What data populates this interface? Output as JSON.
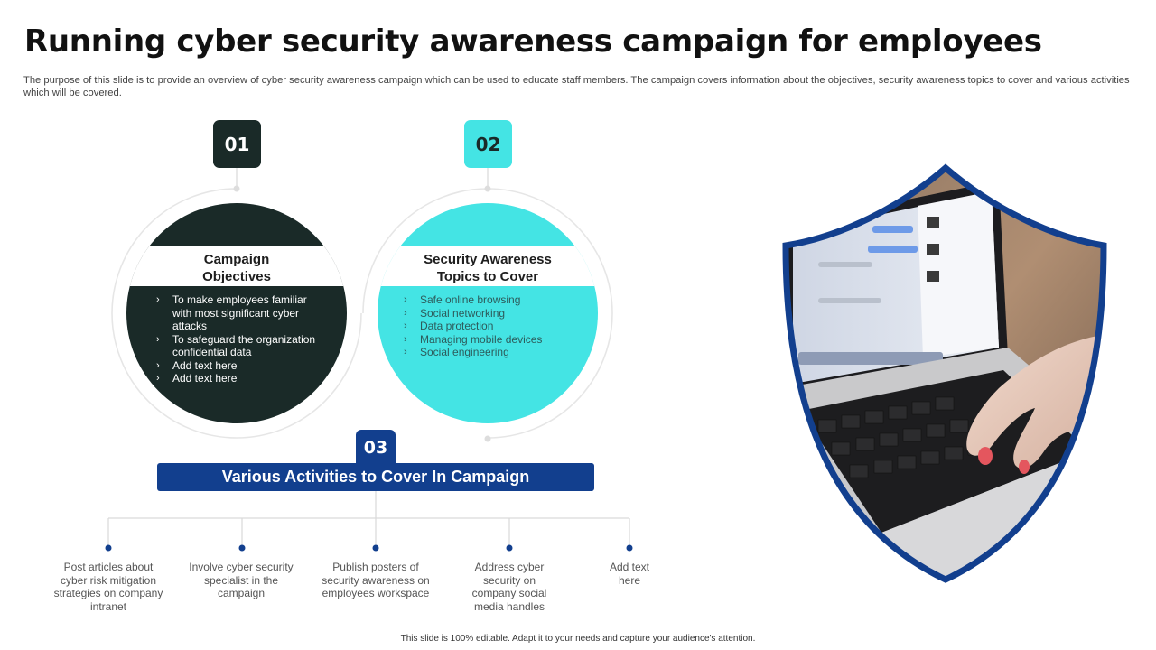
{
  "slide": {
    "title": "Running cyber security awareness campaign for employees",
    "description": "The purpose of this slide is to provide an overview of cyber security awareness campaign which can be used to educate staff members. The campaign covers information about the objectives, security awareness topics to cover and various activities which will be covered.",
    "footer": "This slide is 100% editable. Adapt it to your needs and capture your audience's attention."
  },
  "colors": {
    "dark": "#1a2a28",
    "teal": "#44e4e4",
    "blue": "#123f8e"
  },
  "sections": [
    {
      "number": "01",
      "title_line1": "Campaign",
      "title_line2": "Objectives",
      "items": [
        "To make employees familiar with most significant cyber attacks",
        "To safeguard the organization confidential data",
        "Add text here",
        "Add text here"
      ]
    },
    {
      "number": "02",
      "title_line1": "Security Awareness",
      "title_line2": "Topics to Cover",
      "items": [
        "Safe online browsing",
        "Social networking",
        "Data protection",
        "Managing mobile devices",
        "Social engineering"
      ]
    }
  ],
  "activities": {
    "number": "03",
    "title": "Various Activities to Cover In Campaign",
    "items": [
      "Post articles about cyber risk mitigation strategies on company intranet",
      "Involve cyber security specialist in the campaign",
      "Publish posters of security awareness on employees workspace",
      "Address cyber security on company social media handles",
      "Add text here"
    ]
  },
  "image": {
    "icon": "laptop-typing-shield-photo"
  }
}
